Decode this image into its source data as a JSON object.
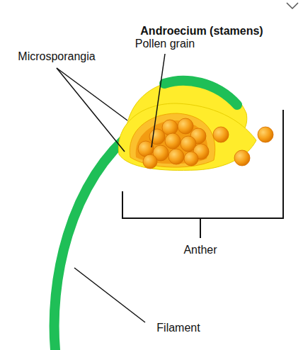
{
  "diagram": {
    "title": "Androecium (stamens)",
    "labels": [
      "Pollen grain",
      "Microsporangia",
      "Anther",
      "Filament"
    ]
  }
}
